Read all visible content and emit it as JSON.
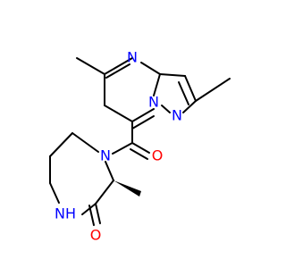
{
  "molecule": {
    "atoms": {
      "N_pyrimidine": "N",
      "N_bridge": "N",
      "N_pyrazole": "N",
      "O_carbonyl": "O",
      "N_amide_ring": "N",
      "NH_lactam": "NH",
      "O_lactam": "O"
    },
    "colors": {
      "bond": "#000000",
      "nitrogen": "#0000ff",
      "oxygen": "#ff0000"
    }
  }
}
